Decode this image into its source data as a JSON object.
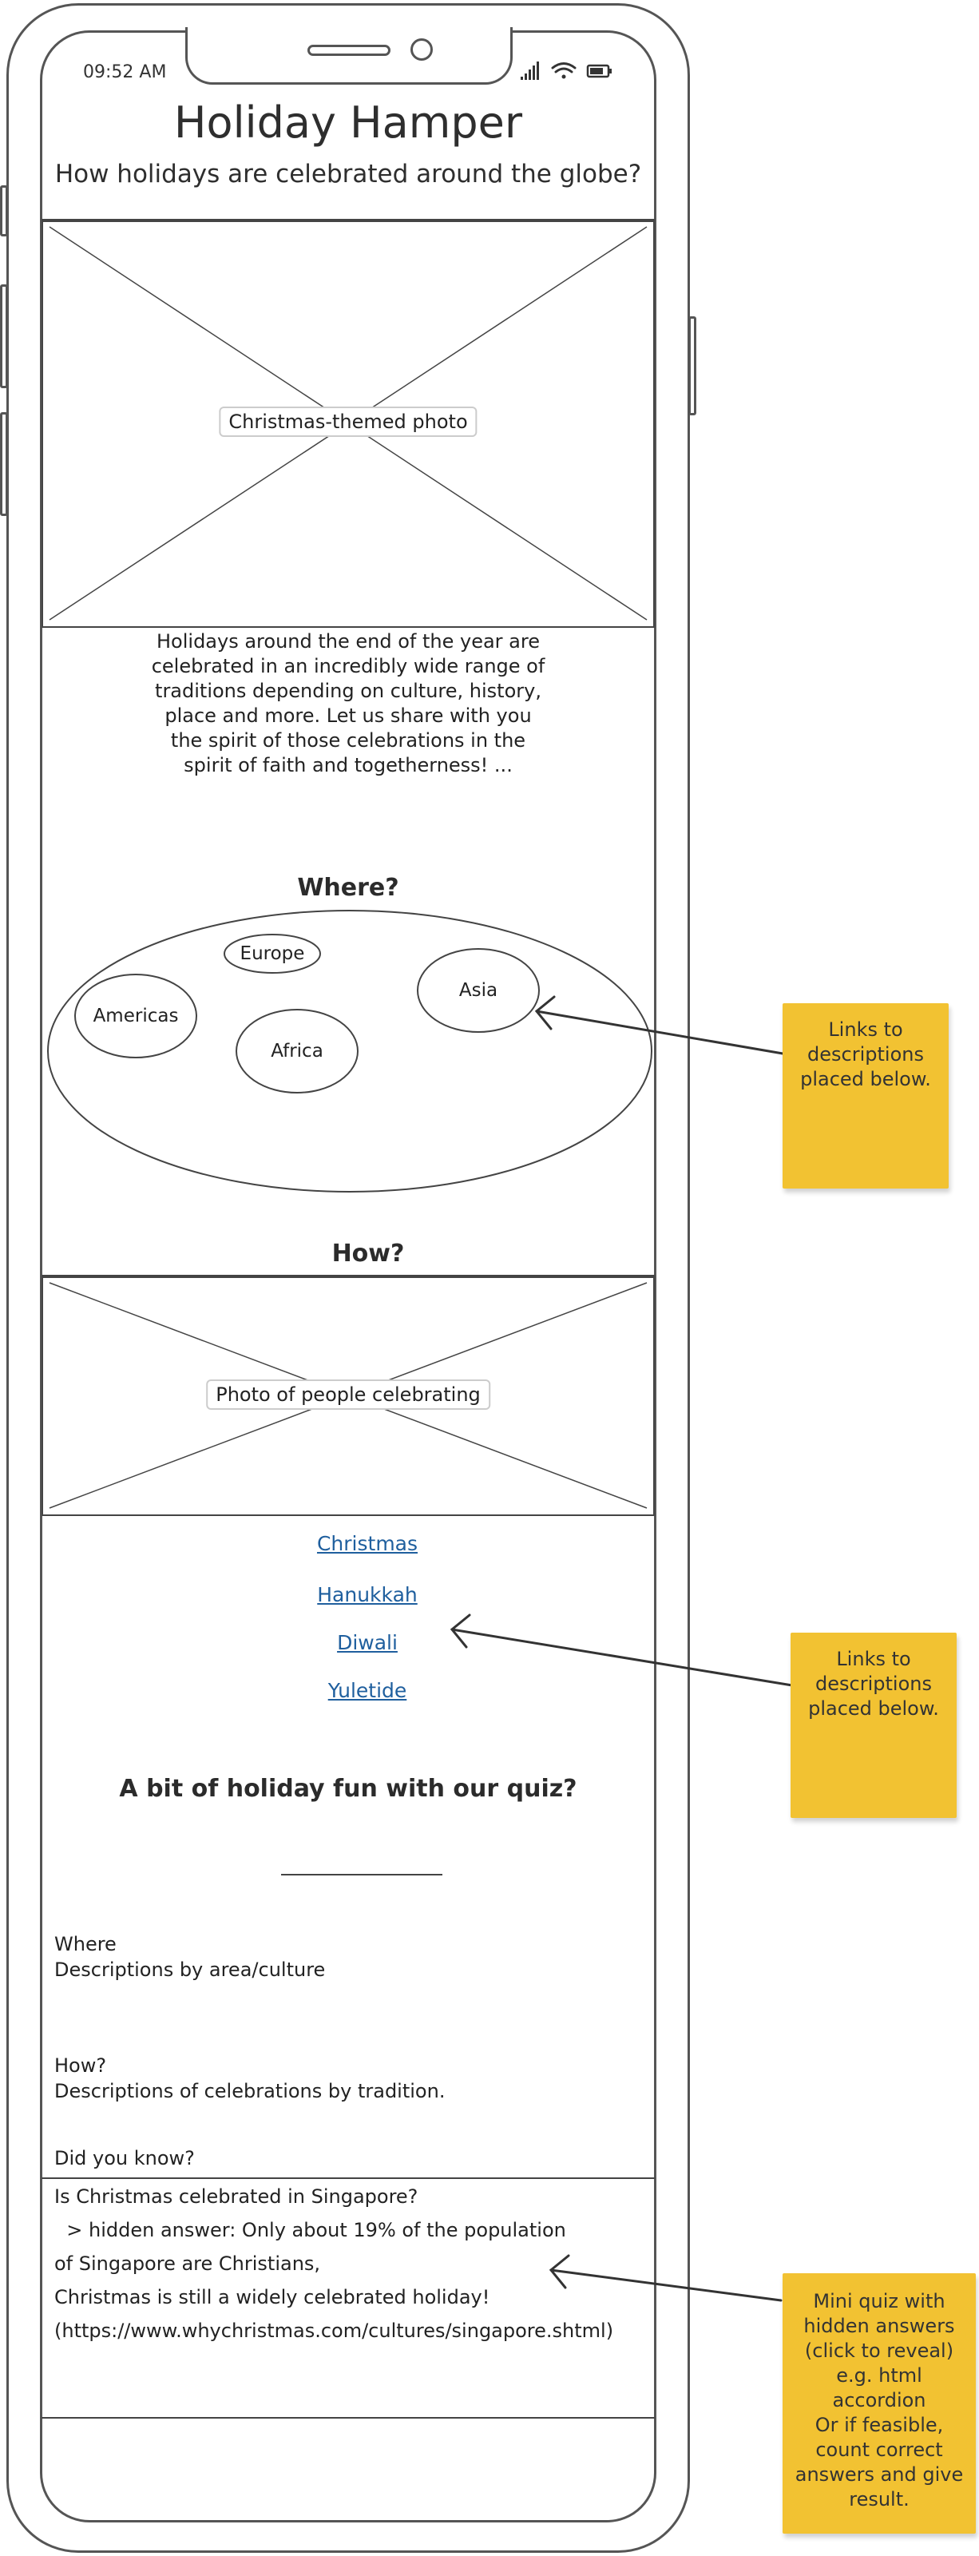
{
  "status_bar": {
    "time": "09:52 AM"
  },
  "header": {
    "title": "Holiday Hamper",
    "subtitle": "How holidays are celebrated around the globe?"
  },
  "hero": {
    "placeholder_label": "Christmas-themed photo"
  },
  "intro": {
    "lines": [
      "Holidays around the end of the year are",
      "celebrated in an incredibly wide range of",
      "traditions depending on culture, history,",
      "place and more. Let us share with you",
      "the spirit of those celebrations in the",
      "spirit of faith and togetherness! ..."
    ]
  },
  "where": {
    "heading": "Where?",
    "regions": [
      "Europe",
      "Americas",
      "Asia",
      "Africa"
    ]
  },
  "how": {
    "heading": "How?",
    "placeholder_label": "Photo of people celebrating",
    "links": [
      "Christmas",
      "Hanukkah",
      "Diwali",
      "Yuletide"
    ]
  },
  "quiz": {
    "heading": "A bit of holiday fun with our quiz?"
  },
  "descriptions": {
    "where_label": "Where",
    "where_text": "Descriptions by area/culture",
    "how_label": "How?",
    "how_text": "Descriptions of celebrations by tradition.",
    "did_you_know": "Did you know?"
  },
  "faq": {
    "question": "Is Christmas celebrated in Singapore?",
    "answer_lines": [
      "  > hidden answer: Only about 19% of the population",
      "of Singapore are Christians,",
      "Christmas is still a widely celebrated holiday!",
      "(https://www.whychristmas.com/cultures/singapore.shtml)"
    ]
  },
  "notes": [
    {
      "lines": [
        "Links to",
        "descriptions",
        "placed below."
      ]
    },
    {
      "lines": [
        "Links to",
        "descriptions",
        "placed below."
      ]
    },
    {
      "lines": [
        "Mini quiz with",
        "hidden answers",
        "(click to reveal)",
        "e.g. html",
        "accordion",
        "Or if feasible,",
        "count correct",
        "answers and give",
        "result."
      ]
    }
  ],
  "colors": {
    "link": "#1f5f9e",
    "sticky_note": "#f2c232",
    "outline": "#555555"
  }
}
